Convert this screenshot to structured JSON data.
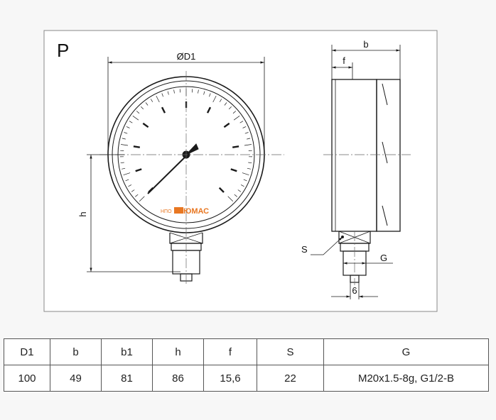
{
  "diagram": {
    "view_label": "P",
    "brand": {
      "prefix": "НПО",
      "name": "ЮМАС",
      "color": "#e87722"
    },
    "dimension_labels": {
      "diameter": "ØD1",
      "height": "h",
      "depth": "b",
      "front_offset": "f",
      "wrench_size": "S",
      "thread": "G",
      "fitting_width": "6"
    },
    "line_color": "#1a1a1a"
  },
  "table": {
    "headers": [
      "D1",
      "b",
      "b1",
      "h",
      "f",
      "S",
      "G"
    ],
    "rows": [
      [
        "100",
        "49",
        "81",
        "86",
        "15,6",
        "22",
        "M20x1.5-8g, G1/2-B"
      ]
    ]
  }
}
